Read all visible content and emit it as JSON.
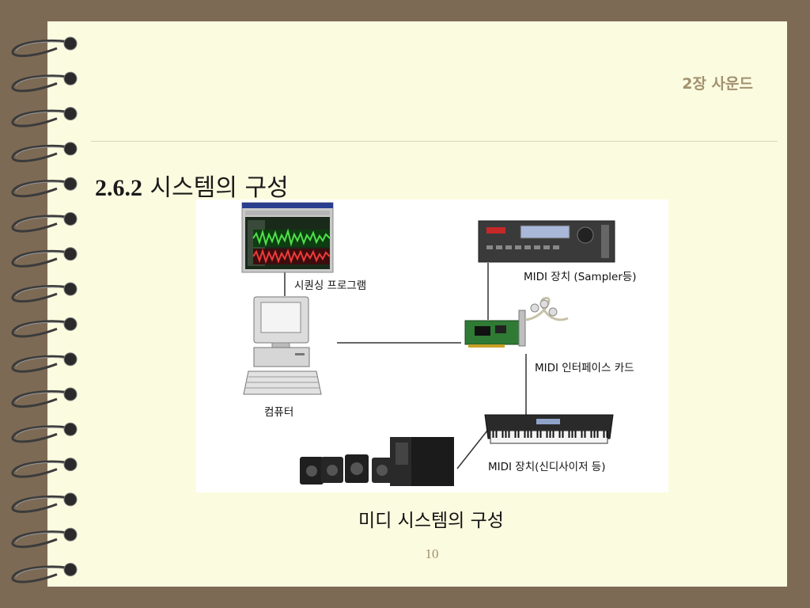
{
  "header": {
    "chapter": "2장  사운드"
  },
  "section": {
    "number": "2.6.2",
    "title": "시스템의 구성"
  },
  "figure": {
    "labels": {
      "sequencing": "시퀀싱 프로그램",
      "computer": "컴퓨터",
      "midi_device_sampler": "MIDI 장치 (Sampler등)",
      "midi_interface": "MIDI 인터페이스 카드",
      "midi_device_synth": "MIDI 장치(신디사이저 등)"
    }
  },
  "caption": "미디 시스템의 구성",
  "footer": {
    "page_number": "10"
  }
}
